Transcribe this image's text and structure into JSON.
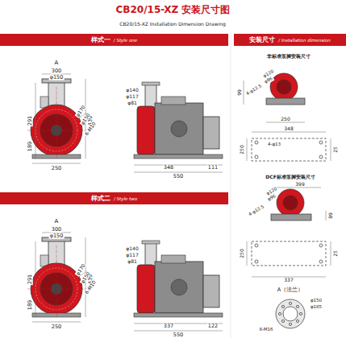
{
  "diagram": {
    "title": "CB20/15-XZ 安装尺寸图",
    "nodes": [
      {
        "text": [
          "样式一",
          "/ Style one"
        ]
      },
      {
        "text": [
          "样式二",
          "/ Style two"
        ]
      },
      {
        "text": [
          "安装尺寸",
          "/ Installation dimension"
        ]
      }
    ],
    "labels": [
      "CB20/15-XZ Installation Dimension Drawing",
      "A",
      "300",
      "φ150",
      "291",
      "189",
      "439",
      "φ170",
      "φ150",
      "6-M10",
      "250",
      "φ140",
      "φ117",
      "φ81",
      "348",
      "550",
      "111",
      "A",
      "300",
      "φ150",
      "291",
      "189",
      "439",
      "φ170",
      "φ150",
      "6-M10",
      "250",
      "φ140",
      "φ117",
      "φ81",
      "337",
      "550",
      "122",
      "非标准泵脚安装尺寸",
      "φ120",
      "φ96",
      "4-φ12.5",
      "99",
      "250",
      "348",
      "4-φ13",
      "250",
      "25",
      "DCF标准泵脚安装尺寸",
      "φ120",
      "φ96",
      "399",
      "4-φ12.5",
      "89",
      "250",
      "337",
      "25",
      "A（法兰）",
      "φ150",
      "φ185",
      "8-M16"
    ]
  }
}
